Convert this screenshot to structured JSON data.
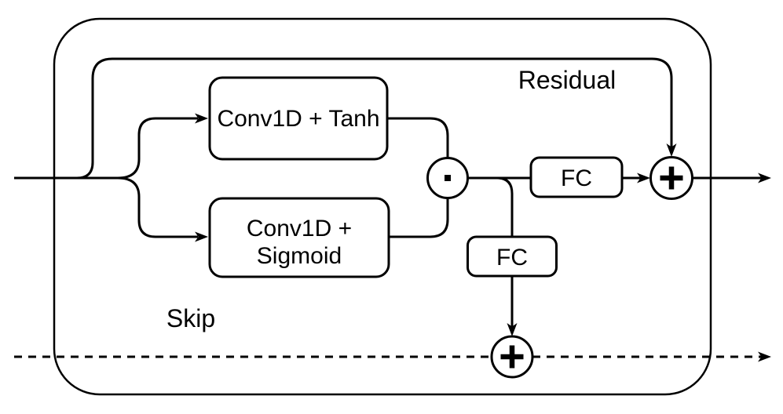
{
  "diagram": {
    "kind": "neural-network-residual-block",
    "colors": {
      "background": "#ffffff",
      "stroke": "#000000",
      "text": "#000000"
    },
    "nodes": [
      {
        "id": "conv1d_tanh",
        "label": "Conv1D + Tanh",
        "shape": "rounded-rectangle"
      },
      {
        "id": "conv1d_sigmoid",
        "label_line1": "Conv1D +",
        "label_line2": "Sigmoid",
        "shape": "rounded-rectangle"
      },
      {
        "id": "gate_multiply",
        "shape": "circle",
        "operator_icon": "filled-square-dot"
      },
      {
        "id": "fc_residual",
        "label": "FC",
        "shape": "rounded-rectangle"
      },
      {
        "id": "fc_skip",
        "label": "FC",
        "shape": "rounded-rectangle"
      },
      {
        "id": "residual_add",
        "shape": "circle",
        "operator_icon": "plus"
      },
      {
        "id": "skip_add",
        "shape": "circle",
        "operator_icon": "plus"
      }
    ],
    "annotations": [
      {
        "id": "residual_label",
        "text": "Residual"
      },
      {
        "id": "skip_label",
        "text": "Skip"
      }
    ],
    "edges": [
      {
        "from": "input",
        "to": "conv1d_tanh",
        "style": "solid",
        "arrow": true
      },
      {
        "from": "input",
        "to": "conv1d_sigmoid",
        "style": "solid",
        "arrow": true
      },
      {
        "from": "input",
        "to": "residual_add",
        "style": "solid",
        "arrow": true,
        "via": "residual-bypass"
      },
      {
        "from": "conv1d_tanh",
        "to": "gate_multiply",
        "style": "solid",
        "arrow": false
      },
      {
        "from": "conv1d_sigmoid",
        "to": "gate_multiply",
        "style": "solid",
        "arrow": false
      },
      {
        "from": "gate_multiply",
        "to": "fc_residual",
        "style": "solid",
        "arrow": false
      },
      {
        "from": "gate_multiply",
        "to": "fc_skip",
        "style": "solid",
        "arrow": false
      },
      {
        "from": "fc_residual",
        "to": "residual_add",
        "style": "solid",
        "arrow": true
      },
      {
        "from": "fc_skip",
        "to": "skip_add",
        "style": "solid",
        "arrow": true
      },
      {
        "from": "residual_add",
        "to": "output",
        "style": "solid",
        "arrow": true
      },
      {
        "from": "skip_input",
        "to": "skip_add",
        "style": "dashed",
        "arrow": false
      },
      {
        "from": "skip_add",
        "to": "skip_output",
        "style": "dashed",
        "arrow": true
      }
    ]
  }
}
